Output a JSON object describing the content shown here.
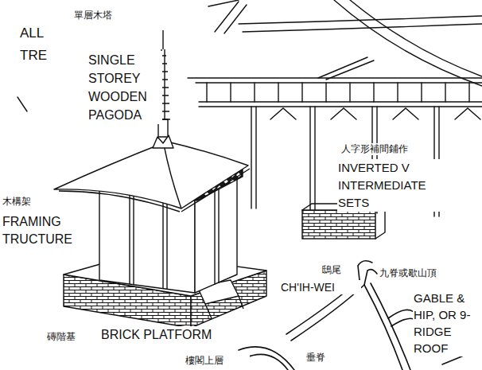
{
  "diagram": {
    "labels": [
      "ALL",
      "TRE",
      "單層木塔",
      "SINGLE STOREY WOODEN PAGODA",
      "人字形補間鋪作",
      "INVERTED V INTERMEDIATE SETS",
      "木構架",
      "FRAMING TRUCTURE",
      "磚階基",
      "BRICK PLATFORM",
      "鴟尾",
      "CH'IH-WEI",
      "九脊或歇山頂",
      "GABLE & HIP, OR 9-RIDGE ROOF",
      "垂脊",
      "樓閣上層"
    ]
  }
}
